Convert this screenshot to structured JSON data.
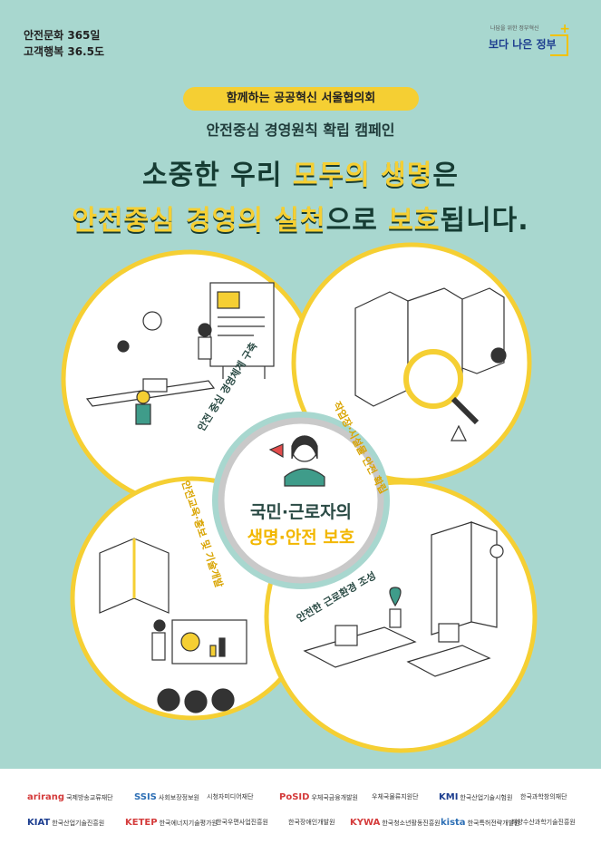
{
  "top_left": {
    "line1": "안전문화 365일",
    "line2": "고객행복 36.5도"
  },
  "gov_logo": {
    "tagline": "나답을 위한 정부혁신",
    "name": "보다 나은 정부",
    "plus": "+"
  },
  "header": {
    "pill": "함께하는 공공혁신 서울협의회",
    "subtitle": "안전중심 경영원칙 확립 캠페인",
    "line1_a": "소중한 우리 ",
    "line1_b": "모두의 생명",
    "line1_c": "은",
    "line2_a": "안전중심 경영의 실천",
    "line2_b": "으로 ",
    "line2_c": "보호",
    "line2_d": "됩니다."
  },
  "center": {
    "line1": "국민·근로자의",
    "line2": "생명·안전 보호"
  },
  "labels": {
    "top_left": "안전 중심 경영체계 구축",
    "top_right": "작업장·시설물 안전 확립",
    "bottom_left": "안전교육·홍보 및 기술개발",
    "bottom_right": "안전한 근로환경 조성"
  },
  "partners": [
    {
      "mark": "arirang",
      "name": "국제방송교류재단"
    },
    {
      "mark": "SSIS",
      "name": "사회보장정보원"
    },
    {
      "mark": "",
      "name": "시청자미디어재단"
    },
    {
      "mark": "PoSID",
      "name": "우체국금융개발원"
    },
    {
      "mark": "",
      "name": "우체국물류지원단"
    },
    {
      "mark": "KMI",
      "name": "한국산업기술시험원"
    },
    {
      "mark": "",
      "name": "한국과학창의재단"
    },
    {
      "mark": "KIAT",
      "name": "한국산업기술진흥원"
    },
    {
      "mark": "KETEP",
      "name": "한국에너지기술평가원"
    },
    {
      "mark": "",
      "name": "한국우편사업진흥원"
    },
    {
      "mark": "",
      "name": "한국장애인개발원"
    },
    {
      "mark": "KYWA",
      "name": "한국청소년활동진흥원"
    },
    {
      "mark": "kista",
      "name": "한국특허전략개발원"
    },
    {
      "mark": "",
      "name": "해양수산과학기술진흥원"
    }
  ],
  "colors": {
    "background": "#a8d7cf",
    "accent": "#f5cf33",
    "dark": "#163c33"
  }
}
